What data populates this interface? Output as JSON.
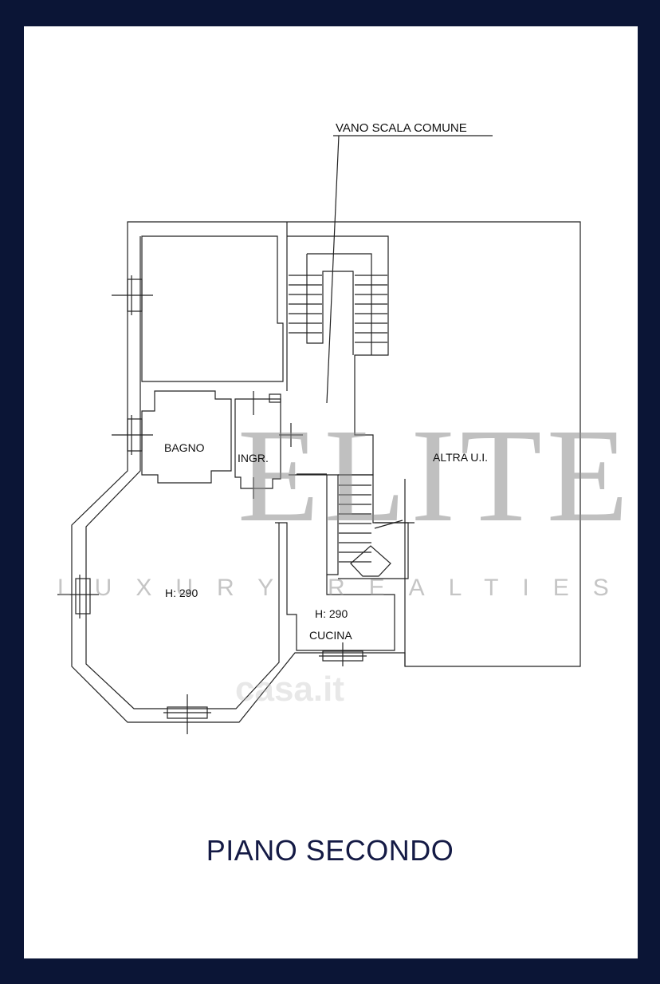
{
  "plan": {
    "title": "PIANO SECONDO",
    "rooms": {
      "stair_label": "VANO SCALA COMUNE",
      "bath": "BAGNO",
      "entrance": "INGR.",
      "other_unit": "ALTRA U.I.",
      "living_height": "H: 290",
      "kitchen_height": "H: 290",
      "kitchen": "CUCINA"
    }
  },
  "watermark": {
    "brand": "ELITE",
    "tagline": "LUXURY REALTIES",
    "site": "casa.it"
  },
  "colors": {
    "border": "#0b1536",
    "title": "#141a45",
    "walls": "#222222"
  }
}
